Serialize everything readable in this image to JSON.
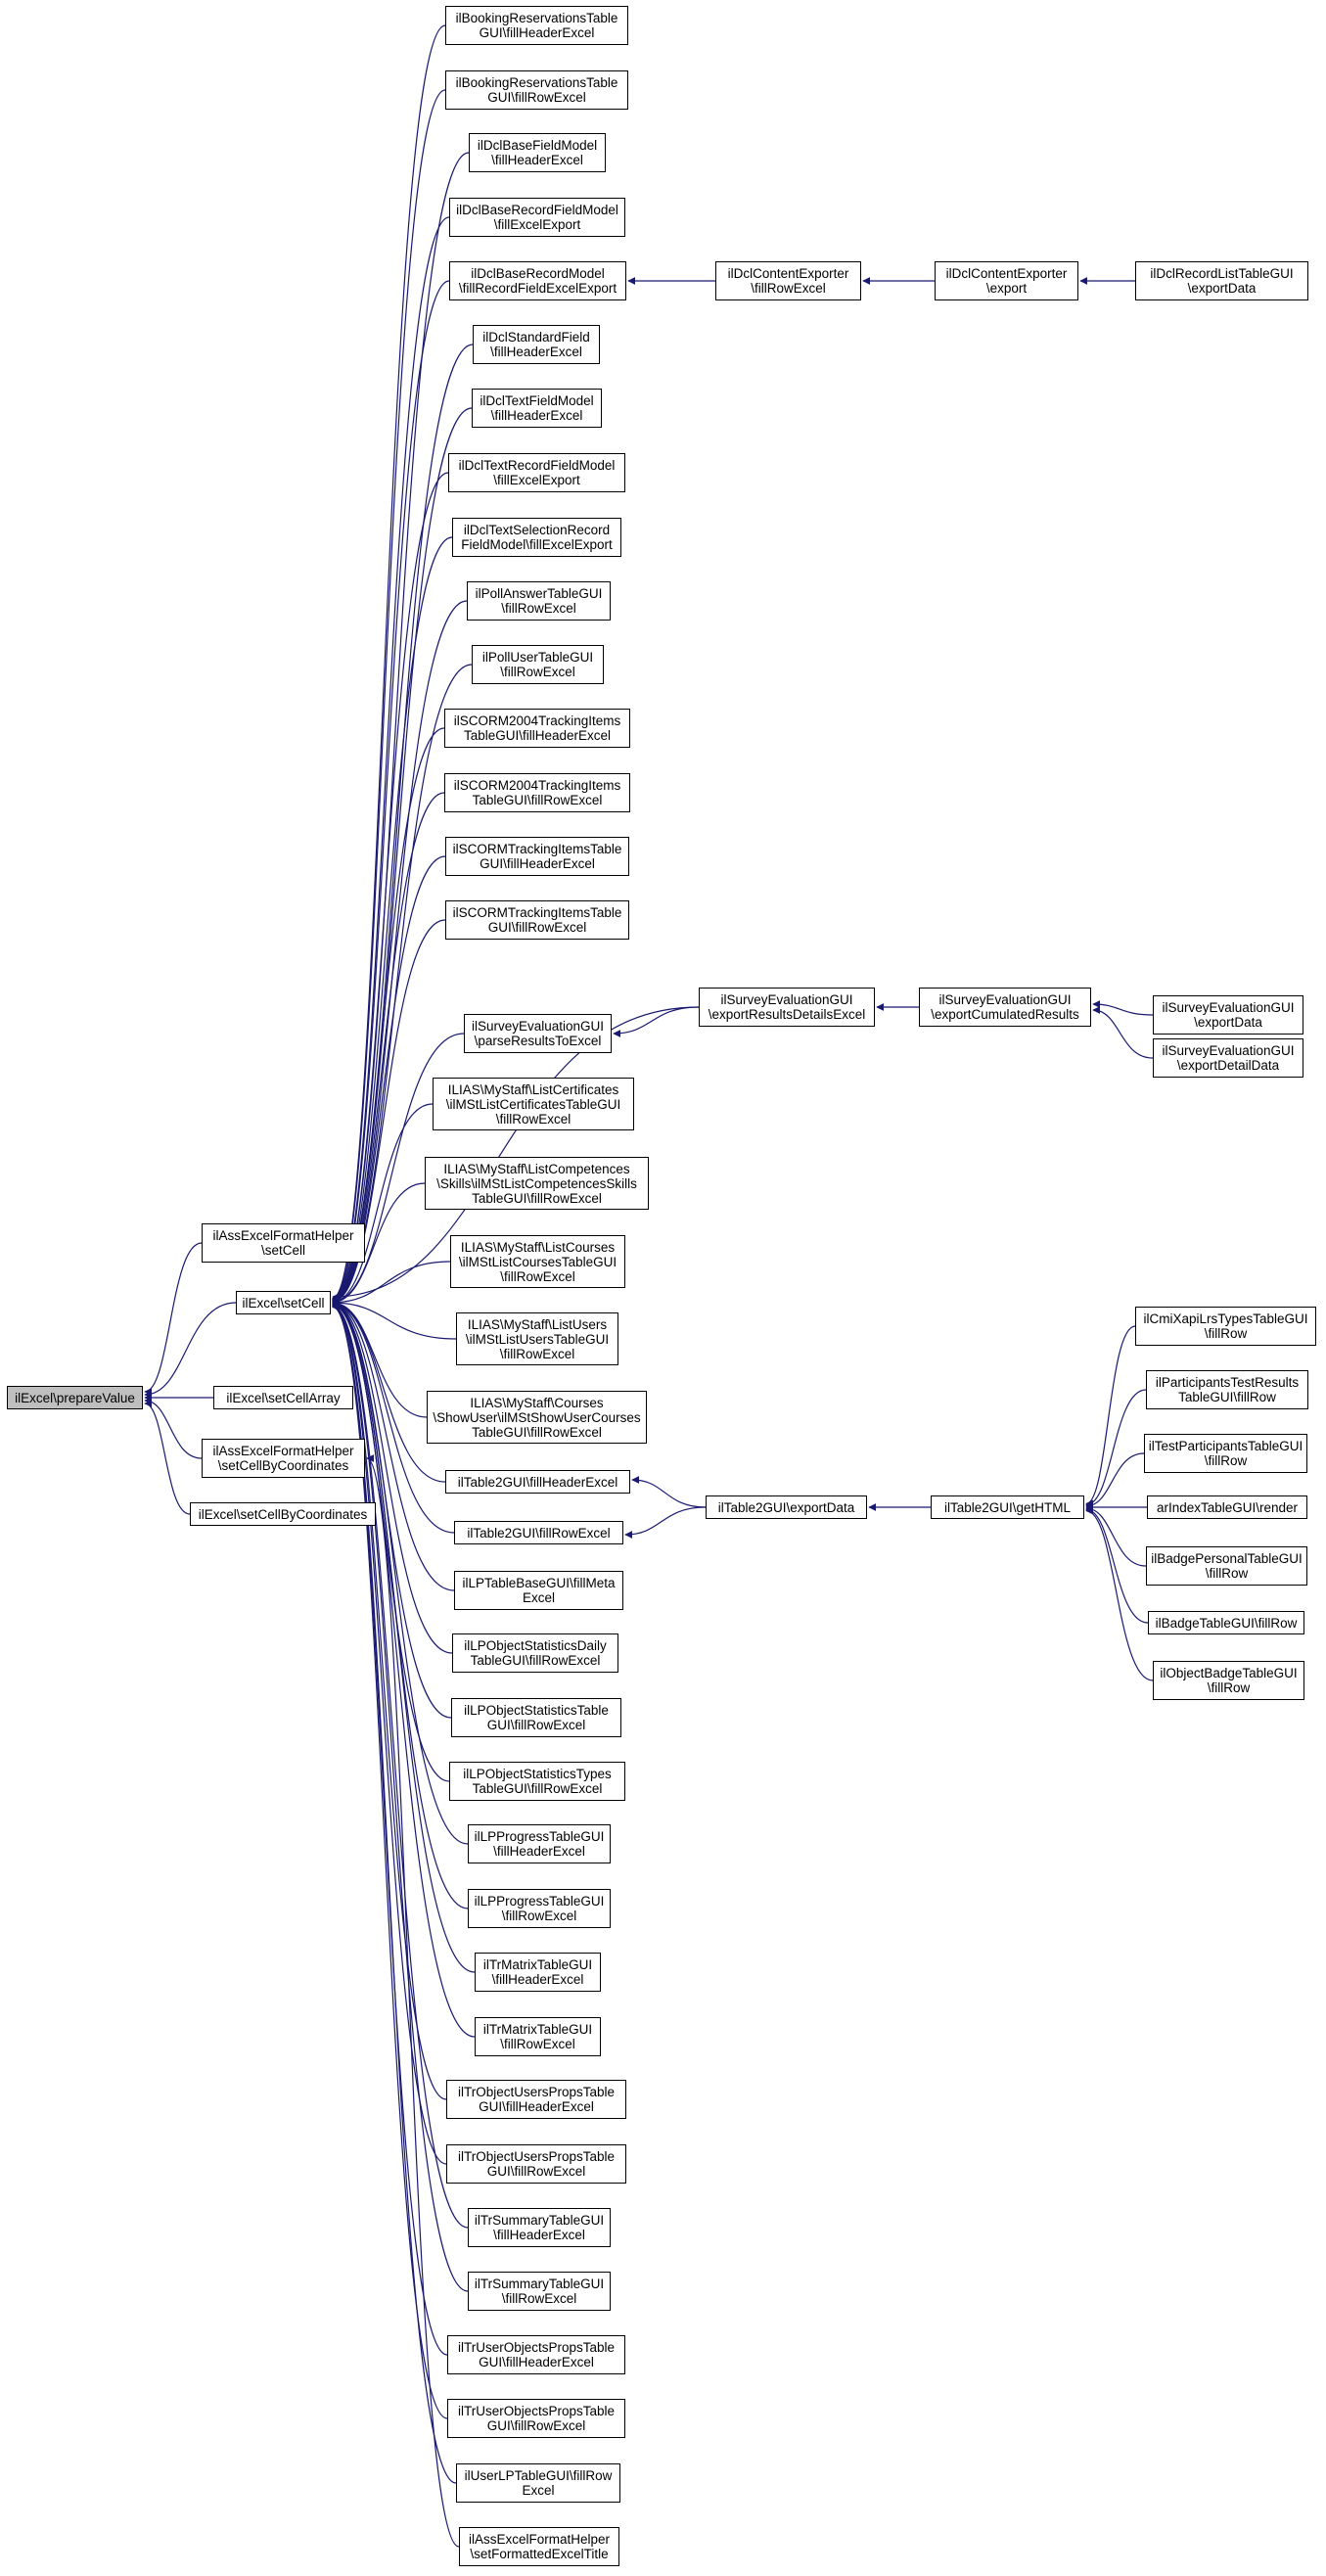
{
  "colors": {
    "edge": "#191970",
    "node_border": "#000000",
    "root_fill": "#bfbfbf",
    "node_fill": "#ffffff"
  },
  "nodes": {
    "prepareValue": "ilExcel\\prepareValue",
    "assSetCell": "ilAssExcelFormatHelper\n\\setCell",
    "setCell": "ilExcel\\setCell",
    "setCellArray": "ilExcel\\setCellArray",
    "assSetCellByCoord": "ilAssExcelFormatHelper\n\\setCellByCoordinates",
    "setCellByCoord": "ilExcel\\setCellByCoordinates",
    "bookingHeader": "ilBookingReservationsTable\nGUI\\fillHeaderExcel",
    "bookingRow": "ilBookingReservationsTable\nGUI\\fillRowExcel",
    "dclBaseField": "ilDclBaseFieldModel\n\\fillHeaderExcel",
    "dclBaseRecordField": "ilDclBaseRecordFieldModel\n\\fillExcelExport",
    "dclBaseRecord": "ilDclBaseRecordModel\n\\fillRecordFieldExcelExport",
    "dclStandardField": "ilDclStandardField\n\\fillHeaderExcel",
    "dclTextField": "ilDclTextFieldModel\n\\fillHeaderExcel",
    "dclTextRecordField": "ilDclTextRecordFieldModel\n\\fillExcelExport",
    "dclTextSelection": "ilDclTextSelectionRecord\nFieldModel\\fillExcelExport",
    "pollAnswer": "ilPollAnswerTableGUI\n\\fillRowExcel",
    "pollUser": "ilPollUserTableGUI\n\\fillRowExcel",
    "scorm2004Header": "ilSCORM2004TrackingItems\nTableGUI\\fillHeaderExcel",
    "scorm2004Row": "ilSCORM2004TrackingItems\nTableGUI\\fillRowExcel",
    "scormHeader": "ilSCORMTrackingItemsTable\nGUI\\fillHeaderExcel",
    "scormRow": "ilSCORMTrackingItemsTable\nGUI\\fillRowExcel",
    "surveyParse": "ilSurveyEvaluationGUI\n\\parseResultsToExcel",
    "msCertificates": "ILIAS\\MyStaff\\ListCertificates\n\\ilMStListCertificatesTableGUI\n\\fillRowExcel",
    "msCompetences": "ILIAS\\MyStaff\\ListCompetences\n\\Skills\\ilMStListCompetencesSkills\nTableGUI\\fillRowExcel",
    "msCourses": "ILIAS\\MyStaff\\ListCourses\n\\ilMStListCoursesTableGUI\n\\fillRowExcel",
    "msUsers": "ILIAS\\MyStaff\\ListUsers\n\\ilMStListUsersTableGUI\n\\fillRowExcel",
    "msShowUser": "ILIAS\\MyStaff\\Courses\n\\ShowUser\\ilMStShowUserCourses\nTableGUI\\fillRowExcel",
    "t2Header": "ilTable2GUI\\fillHeaderExcel",
    "t2Row": "ilTable2GUI\\fillRowExcel",
    "lpBaseMeta": "ilLPTableBaseGUI\\fillMeta\nExcel",
    "lpDaily": "ilLPObjectStatisticsDaily\nTableGUI\\fillRowExcel",
    "lpStatsTable": "ilLPObjectStatisticsTable\nGUI\\fillRowExcel",
    "lpTypes": "ilLPObjectStatisticsTypes\nTableGUI\\fillRowExcel",
    "lpProgHeader": "ilLPProgressTableGUI\n\\fillHeaderExcel",
    "lpProgRow": "ilLPProgressTableGUI\n\\fillRowExcel",
    "trMatrixHeader": "ilTrMatrixTableGUI\n\\fillHeaderExcel",
    "trMatrixRow": "ilTrMatrixTableGUI\n\\fillRowExcel",
    "trObjHeader": "ilTrObjectUsersPropsTable\nGUI\\fillHeaderExcel",
    "trObjRow": "ilTrObjectUsersPropsTable\nGUI\\fillRowExcel",
    "trSumHeader": "ilTrSummaryTableGUI\n\\fillHeaderExcel",
    "trSumRow": "ilTrSummaryTableGUI\n\\fillRowExcel",
    "trUserObjHeader": "ilTrUserObjectsPropsTable\nGUI\\fillHeaderExcel",
    "trUserObjRow": "ilTrUserObjectsPropsTable\nGUI\\fillRowExcel",
    "userLP": "ilUserLPTableGUI\\fillRow\nExcel",
    "assTitle": "ilAssExcelFormatHelper\n\\setFormattedExcelTitle",
    "dclContentRow": "ilDclContentExporter\n\\fillRowExcel",
    "dclContentExport": "ilDclContentExporter\n\\export",
    "dclRecordList": "ilDclRecordListTableGUI\n\\exportData",
    "surveyDetails": "ilSurveyEvaluationGUI\n\\exportResultsDetailsExcel",
    "surveyCumulated": "ilSurveyEvaluationGUI\n\\exportCumulatedResults",
    "surveyExportData": "ilSurveyEvaluationGUI\n\\exportData",
    "surveyExportDetail": "ilSurveyEvaluationGUI\n\\exportDetailData",
    "t2ExportData": "ilTable2GUI\\exportData",
    "t2GetHTML": "ilTable2GUI\\getHTML",
    "cmiXapi": "ilCmiXapiLrsTypesTableGUI\n\\fillRow",
    "participantsTest": "ilParticipantsTestResults\nTableGUI\\fillRow",
    "testParticipants": "ilTestParticipantsTableGUI\n\\fillRow",
    "arIndex": "arIndexTableGUI\\render",
    "badgePersonal": "ilBadgePersonalTableGUI\n\\fillRow",
    "badgeTable": "ilBadgeTableGUI\\fillRow",
    "objectBadge": "ilObjectBadgeTableGUI\n\\fillRow"
  }
}
